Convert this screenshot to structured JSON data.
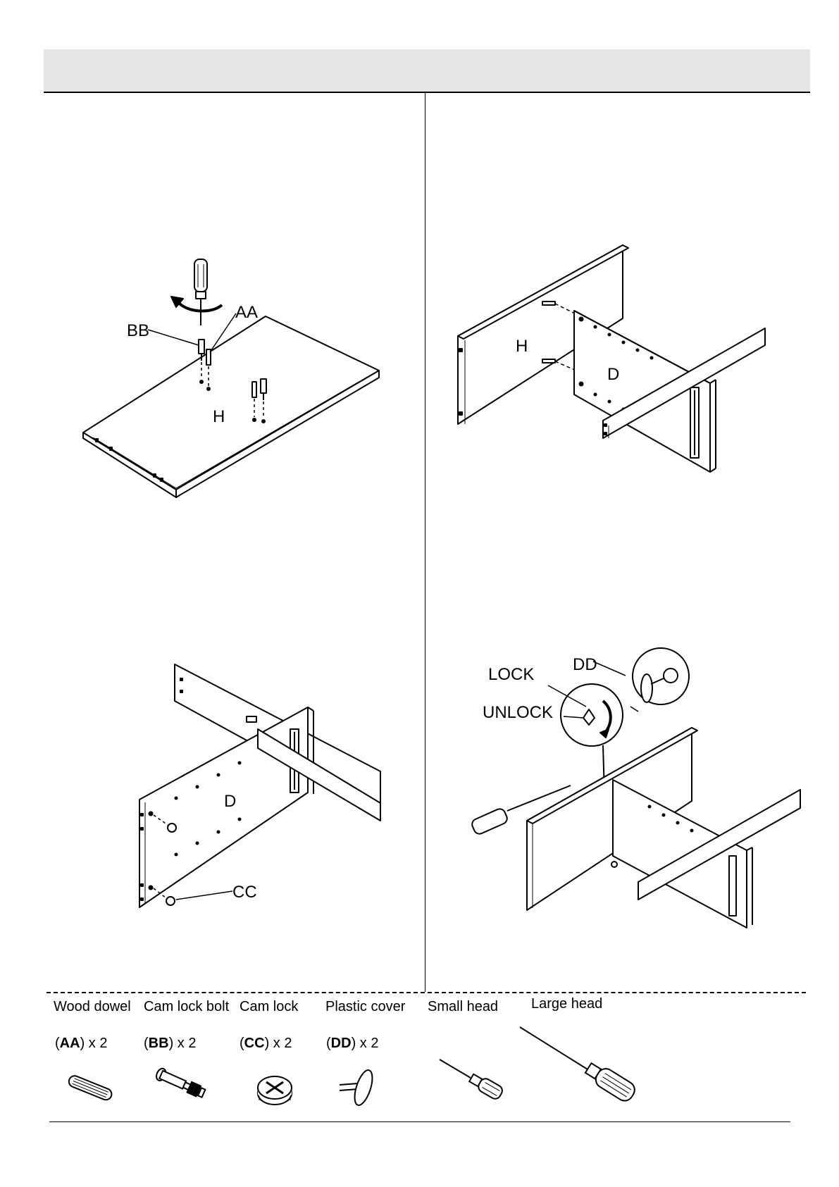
{
  "panels": {
    "step1": {
      "part_label": "H",
      "callout_bb": "BB",
      "callout_aa": "AA"
    },
    "step2": {
      "part_h": "H",
      "part_d": "D"
    },
    "step3": {
      "part_d": "D",
      "callout_cc": "CC"
    },
    "step4": {
      "callout_lock": "LOCK",
      "callout_unlock": "UNLOCK",
      "callout_dd": "DD"
    }
  },
  "hardware": [
    {
      "name": "Wood dowel",
      "code": "AA",
      "qty": "x 2",
      "icon": "wood-dowel-icon"
    },
    {
      "name": "Cam lock bolt",
      "code": "BB",
      "qty": "x 2",
      "icon": "cam-lock-bolt-icon"
    },
    {
      "name": "Cam lock",
      "code": "CC",
      "qty": "x 2",
      "icon": "cam-lock-icon"
    },
    {
      "name": "Plastic cover",
      "code": "DD",
      "qty": "x 2",
      "icon": "plastic-cover-icon"
    },
    {
      "name": "Small head",
      "icon": "small-screwdriver-icon"
    },
    {
      "name": "Large head",
      "icon": "large-screwdriver-icon"
    }
  ]
}
